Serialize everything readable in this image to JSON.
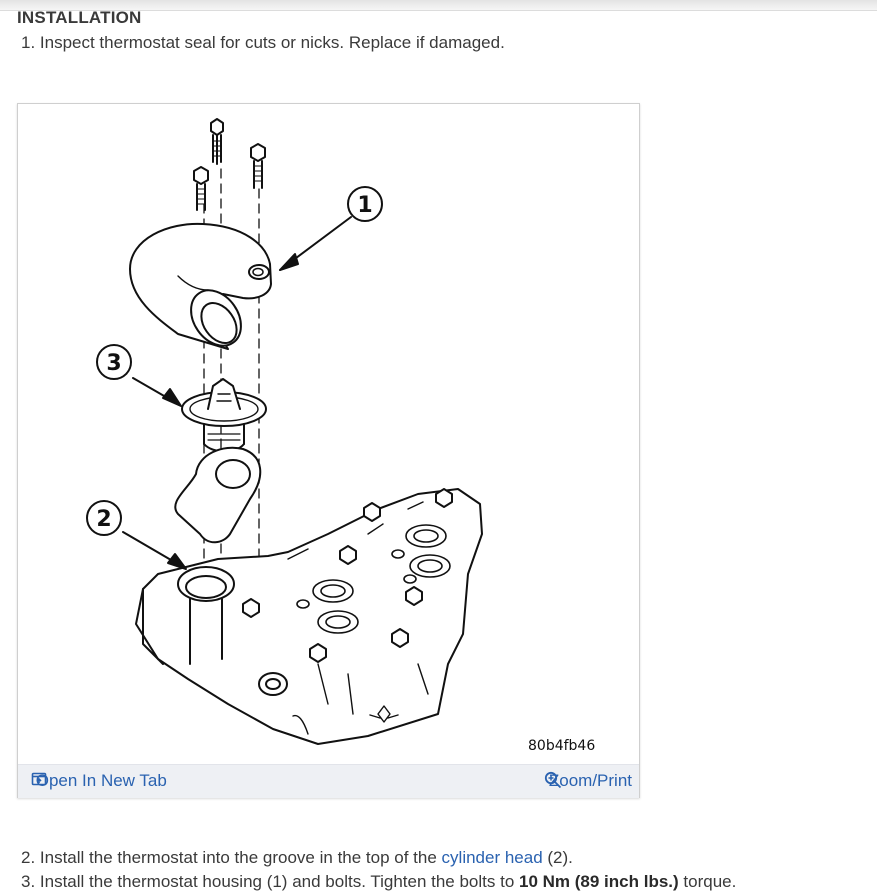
{
  "section": {
    "title": "INSTALLATION"
  },
  "steps": [
    {
      "text": "1. Inspect thermostat seal for cuts or nicks. Replace if damaged."
    },
    {
      "prefix": "2. Install the thermostat into the groove in the top of the ",
      "link": "cylinder head",
      "suffix": " (2)."
    },
    {
      "prefix": "3. Install the thermostat housing (1) and bolts. Tighten the bolts to ",
      "bold": "10 Nm (89 inch lbs.)",
      "suffix": " torque."
    }
  ],
  "figure": {
    "callouts": [
      "1",
      "2",
      "3"
    ],
    "code": "80b4fb46",
    "open_tab_label": "Open In New Tab",
    "zoom_label": "Zoom/Print",
    "open_tab_icon": "open-new-tab-icon",
    "zoom_icon": "zoom-in-icon"
  },
  "colors": {
    "link": "#2a62b0",
    "text": "#3a3a3a",
    "figure_bar": "#eef0f4"
  }
}
